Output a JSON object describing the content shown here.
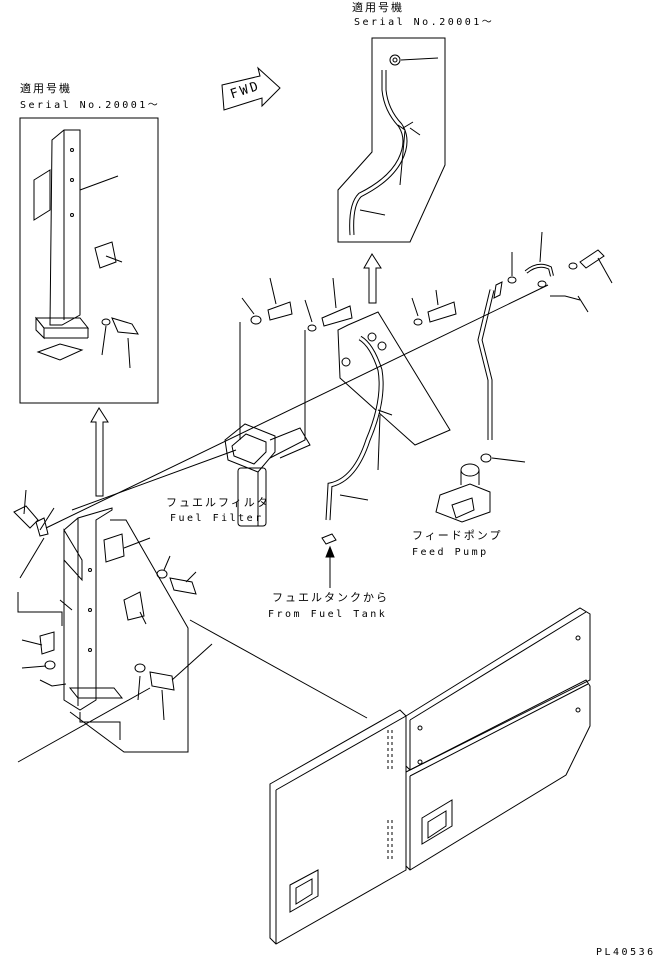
{
  "labels": {
    "top_applicable": "適用号機",
    "top_serial": "Serial No.20001〜",
    "left_applicable": "適用号機",
    "left_serial": "Serial No.20001〜",
    "fwd": "FWD",
    "fuel_filter_jp": "フュエルフィルタ",
    "fuel_filter_en": "Fuel Filter",
    "feed_pump_jp": "フィードポンプ",
    "feed_pump_en": "Feed Pump",
    "from_tank_jp": "フュエルタンクから",
    "from_tank_en": "From Fuel Tank",
    "drawing_code": "PL40536"
  }
}
